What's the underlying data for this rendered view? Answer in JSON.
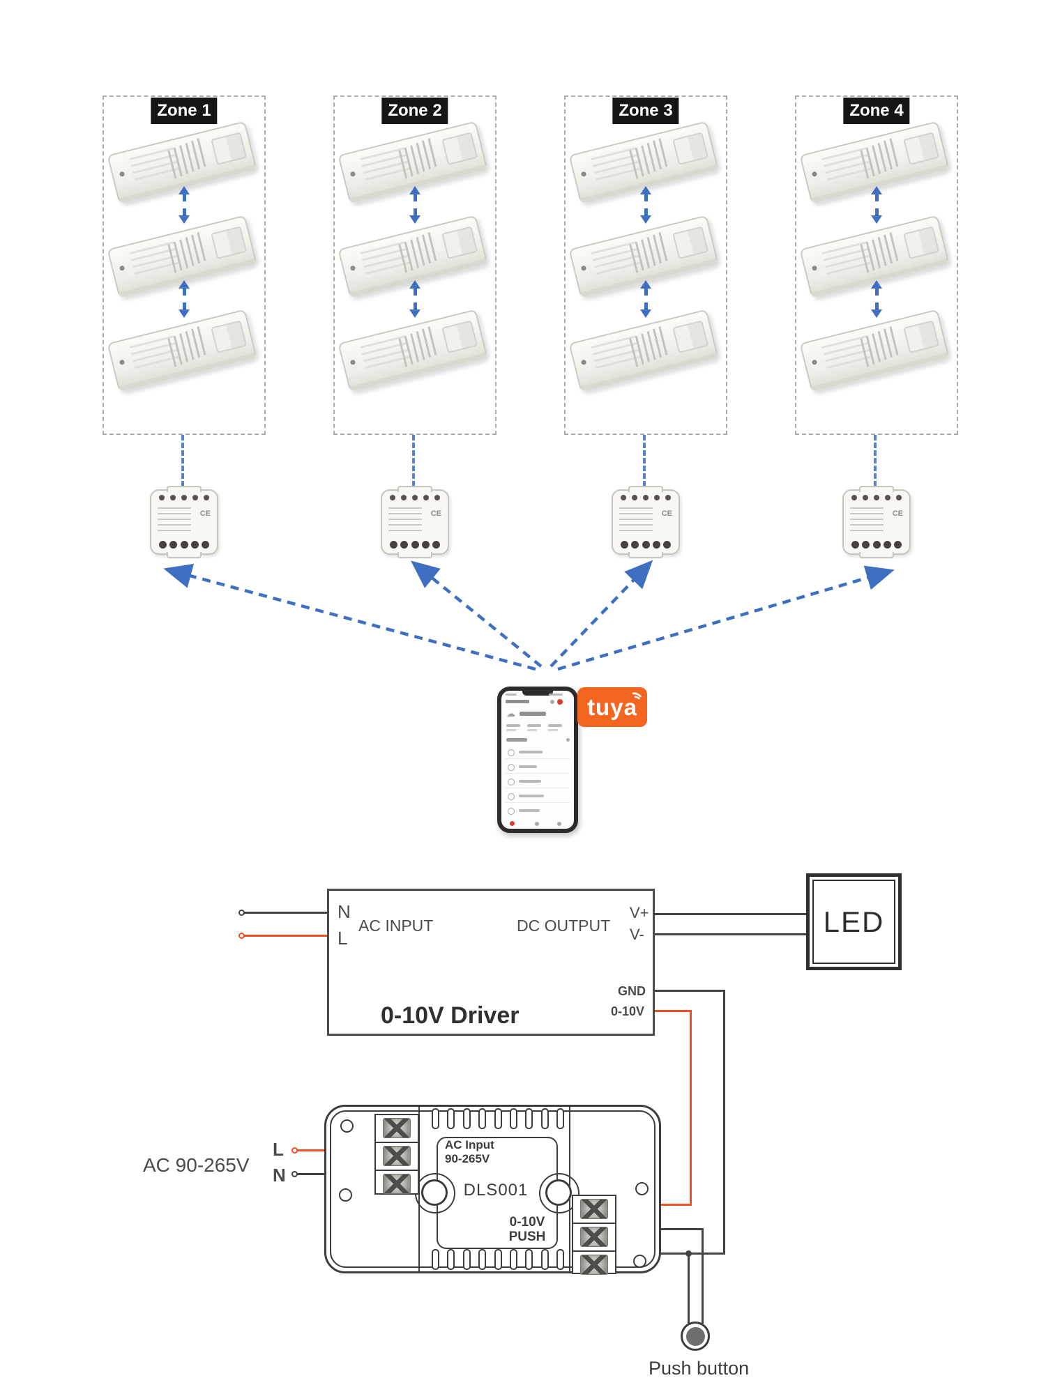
{
  "zones": {
    "labels": [
      "Zone 1",
      "Zone 2",
      "Zone 3",
      "Zone 4"
    ],
    "module_ce_label": "CE"
  },
  "app": {
    "brand": "tuya"
  },
  "wiring": {
    "driver": {
      "title": "0-10V Driver",
      "ac_input": "AC INPUT",
      "dc_output": "DC OUTPUT",
      "n": "N",
      "l": "L",
      "v_plus": "V+",
      "v_minus": "V-",
      "gnd": "GND",
      "zero_ten": "0-10V"
    },
    "led": "LED",
    "source": {
      "label": "AC 90-265V",
      "l": "L",
      "n": "N"
    },
    "controller": {
      "model": "DLS001",
      "input_line1": "AC Input",
      "input_line2": "90-265V",
      "out_line1": "0-10V",
      "out_line2": "PUSH"
    },
    "push_button": "Push button"
  },
  "colors": {
    "accent_blue": "#3e6fc1",
    "wire_red": "#f04e23",
    "wire_black": "#414243",
    "tuya_orange": "#f4661f",
    "line_dark": "#3c3d3f",
    "zone_label_bg": "#161616"
  }
}
